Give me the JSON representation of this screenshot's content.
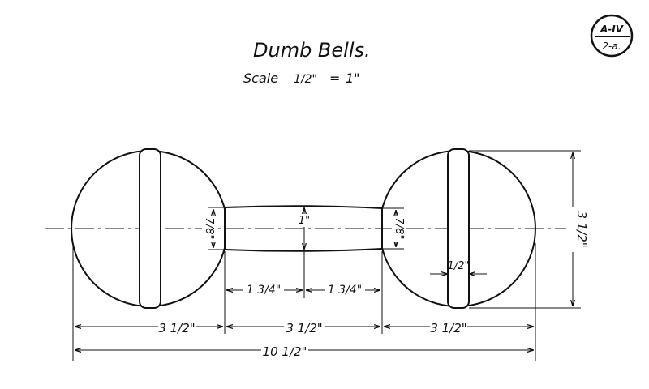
{
  "title": "Dumb Bells.",
  "scale": {
    "label": "Scale",
    "left": "1/2\"",
    "equals": "=",
    "right": "1\""
  },
  "sheet_badge": {
    "top": "A-IV",
    "bottom": "2-a."
  },
  "dimensions": {
    "end_diameter_left": "7/8\"",
    "handle_diameter": "1\"",
    "end_diameter_right": "7/8\"",
    "handle_half_left": "1 3/4\"",
    "handle_half_right": "1 3/4\"",
    "band_width": "1/2\"",
    "ball_diameter": "3 1/2\"",
    "left_ball_length": "3 1/2\"",
    "handle_length": "3 1/2\"",
    "right_ball_length": "3 1/2\"",
    "overall_length": "10 1/2\""
  }
}
